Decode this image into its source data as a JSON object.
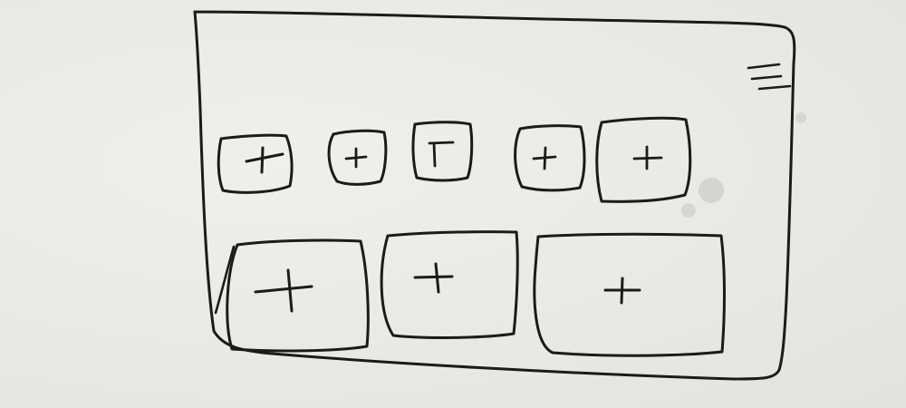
{
  "sketch": {
    "kind": "hand-drawn wireframe on whiteboard",
    "ink_color": "#1d1a19",
    "board_color": "#e9e9e6",
    "menu_icon": "hamburger-menu-icon",
    "small_tiles": [
      {
        "id": "small-tile-1",
        "icon": "plus-icon"
      },
      {
        "id": "small-tile-2",
        "icon": "plus-icon"
      },
      {
        "id": "small-tile-3",
        "icon": "plus-icon"
      },
      {
        "id": "small-tile-4",
        "icon": "plus-icon"
      },
      {
        "id": "small-tile-5",
        "icon": "plus-icon"
      }
    ],
    "large_tiles": [
      {
        "id": "large-tile-1",
        "icon": "plus-icon"
      },
      {
        "id": "large-tile-2",
        "icon": "plus-icon"
      },
      {
        "id": "large-tile-3",
        "icon": "plus-icon"
      }
    ]
  }
}
